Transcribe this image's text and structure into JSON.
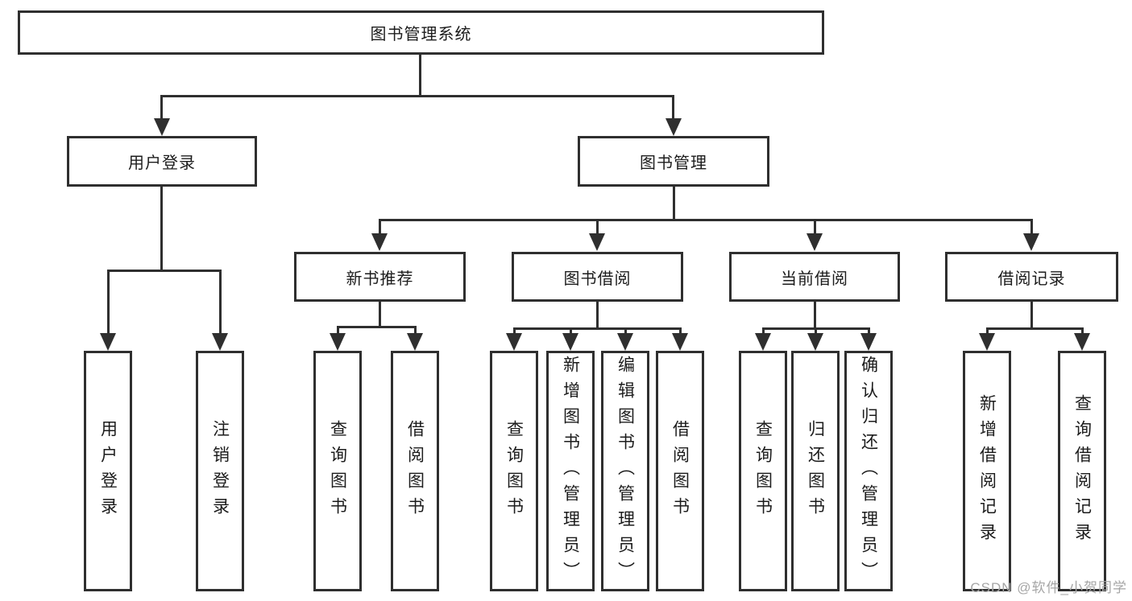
{
  "diagram": {
    "type": "tree",
    "root": "图书管理系统",
    "level1": [
      {
        "label": "用户登录",
        "children": [
          "用户登录",
          "注销登录"
        ]
      },
      {
        "label": "图书管理",
        "children": [
          {
            "label": "新书推荐",
            "children": [
              "查询图书",
              "借阅图书"
            ]
          },
          {
            "label": "图书借阅",
            "children": [
              "查询图书",
              "新增图书（管理员）",
              "编辑图书（管理员）",
              "借阅图书"
            ]
          },
          {
            "label": "当前借阅",
            "children": [
              "查询图书",
              "归还图书",
              "确认归还（管理员）"
            ]
          },
          {
            "label": "借阅记录",
            "children": [
              "新增借阅记录",
              "查询借阅记录"
            ]
          }
        ]
      }
    ]
  },
  "watermark": {
    "text": "CSDN @软件_小贺同学"
  },
  "colors": {
    "line": "#2f2f2f",
    "text": "#1c1c1c",
    "background": "#ffffff",
    "watermark": "#a6a6a6"
  }
}
